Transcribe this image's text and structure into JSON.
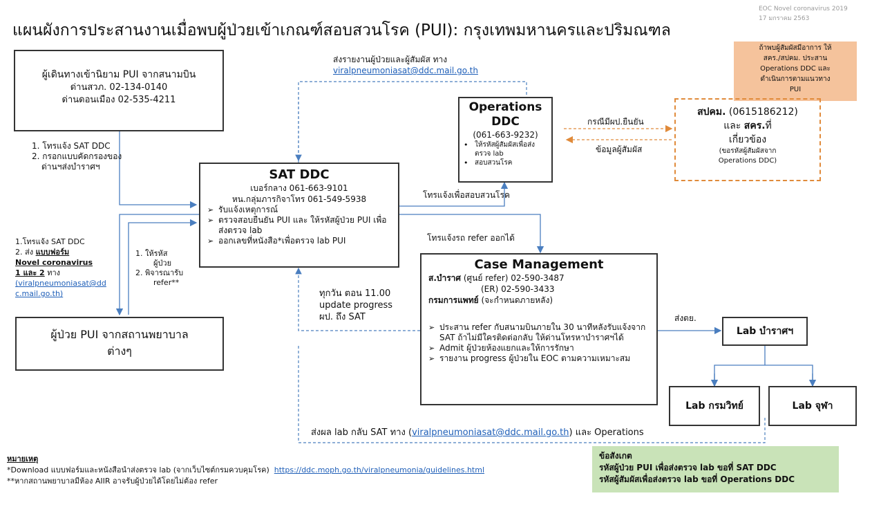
{
  "title": "แผนผังการประสานงานเมื่อพบผู้ป่วยเข้าเกณฑ์สอบสวนโรค (PUI): กรุงเทพมหานครและปริมณฑล",
  "header_note": {
    "line1": "EOC Novel coronavirus 2019",
    "line2": "17 มกราคม 2563"
  },
  "airport_box": {
    "line1": "ผู้เดินทางเข้านิยาม PUI จากสนามบิน",
    "line2": "ด่านสวภ. 02-134-0140",
    "line3": "ด่านดอนเมือง 02-535-4211"
  },
  "airport_steps": {
    "step1": "1.  โทรแจ้ง SAT DDC",
    "step2": "2.  กรอกแบบคัดกรองของ",
    "step2b": "ด่านฯส่งบำราศฯ"
  },
  "report_top": {
    "text": "ส่งรายงานผู้ป่วยและผู้สัมผัส ทาง",
    "email": "viralpneumoniasat@ddc.mail.go.th"
  },
  "ops": {
    "title1": "Operations",
    "title2": "DDC",
    "phone": "(061-663-9232)",
    "items": [
      "ให้รหัสผู้สัมผัสเพื่อส่งตรวจ lab",
      "สอบสวนโรค"
    ]
  },
  "orange_note": {
    "l1": "ถ้าพบผู้สัมผัสมีอาการ ให้",
    "l2": "สคร./สปคม. ประสาน",
    "l3": "Operations DDC และ",
    "l4": "ดำเนินการตามแนวทาง",
    "l5": "PUI"
  },
  "spdkm": {
    "name1": "สปคม.",
    "phone": "(0615186212)",
    "and": "และ",
    "name2": "สคร.",
    "suffix": "ที่",
    "line3": "เกี่ยวข้อง",
    "note1": "(ขอรหัสผู้สัมผัสจาก",
    "note2": "Operations DDC)"
  },
  "arrows": {
    "confirmed": "กรณีมีผป.ยืนยัน",
    "contact_info": "ข้อมูลผู้สัมผัส",
    "notify_investigate": "โทรแจ้งเพื่อสอบสวนโรค",
    "notify_refer": "โทรแจ้งรถ refer ออกได้",
    "send_lab": "ส่งตย.",
    "hourly1": "ทุกวัน ตอน 11.00",
    "hourly2": "update progress",
    "hourly3": "ผป. ถึง SAT"
  },
  "sat": {
    "title": "SAT DDC",
    "center_phone": "เบอร์กลาง 061-663-9101",
    "head_phone": "หน.กลุ่มภารกิจาโทร 061-549-5938",
    "items": [
      "รับแจ้งเหตุการณ์",
      "ตรวจสอบยืนยัน PUI และ ให้รหัสผู้ป่วย PUI เพื่อส่งตรวจ lab",
      "ออกเลขที่หนังสือ*เพื่อตรวจ lab PUI"
    ]
  },
  "left_steps": {
    "s1": "1.โทรแจ้ง SAT DDC",
    "s2a": "2. ส่ง ",
    "s2b": "แบบฟอร์ม",
    "s3": "Novel coronavirus",
    "s4a": "1 และ 2",
    "s4b": " ทาง",
    "s5": "(viralpneumoniasat@dd",
    "s6": "c.mail.go.th)"
  },
  "mid_steps": {
    "s1": "1.   ให้รหัส",
    "s1b": "ผู้ป่วย",
    "s2": "2.   พิจารณารับ",
    "s2b": "refer**"
  },
  "hospital": {
    "line1": "ผู้ป่วย PUI จากสถานพยาบาล",
    "line2": "ต่างๆ"
  },
  "case": {
    "title": "Case Management",
    "line1a": "ส.บำราศ",
    "line1b": " (ศูนย์ refer) 02-590-3487",
    "line2": "(ER) 02-590-3433",
    "line3a": "กรมการแพทย์",
    "line3b": " (จะกำหนดภายหลัง)",
    "items": [
      "ประสาน refer กับสนามบินภายใน 30 นาทีหลังรับแจ้งจาก SAT ถ้าไม่มีใครติดต่อกลับ ให้ด่านโทรหาบำราศฯได้",
      "Admit ผู้ป่วยห้องแยกและให้การรักษา",
      "รายงาน progress ผู้ป่วยใน EOC ตามความเหมาะสม"
    ]
  },
  "labs": {
    "bamrat": "Lab บำราศฯ",
    "dmsc": "Lab กรมวิทย์",
    "chula": "Lab จุฬา"
  },
  "bottom_return": {
    "text": "ส่งผล lab กลับ SAT ทาง (",
    "email": "viralpneumoniasat@ddc.mail.go.th",
    "suffix": ") และ Operations"
  },
  "footnote": {
    "heading": "หมายเหตุ",
    "n1": "*Download แบบฟอร์มและหนังสือนำส่งตรวจ lab (จากเว็บไซต์กรมควบคุมโรค)",
    "url": "https://ddc.moph.go.th/viralpneumonia/guidelines.html",
    "n2": "**หากสถานพยาบาลมีห้อง AIIR อาจรับผู้ป่วยได้โดยไม่ต้อง refer"
  },
  "green_note": {
    "heading": "ข้อสังเกต",
    "l1": "รหัสผู้ป่วย PUI เพื่อส่งตรวจ lab ขอที่ SAT DDC",
    "l2": "รหัสผู้สัมผัสเพื่อส่งตรวจ lab ขอที่ Operations DDC"
  },
  "colors": {
    "arrow_blue": "#4a7ebf",
    "arrow_orange": "#e08a3a",
    "orange_fill": "#f5c39c",
    "green_fill": "#c9e3b8",
    "border": "#333333"
  }
}
